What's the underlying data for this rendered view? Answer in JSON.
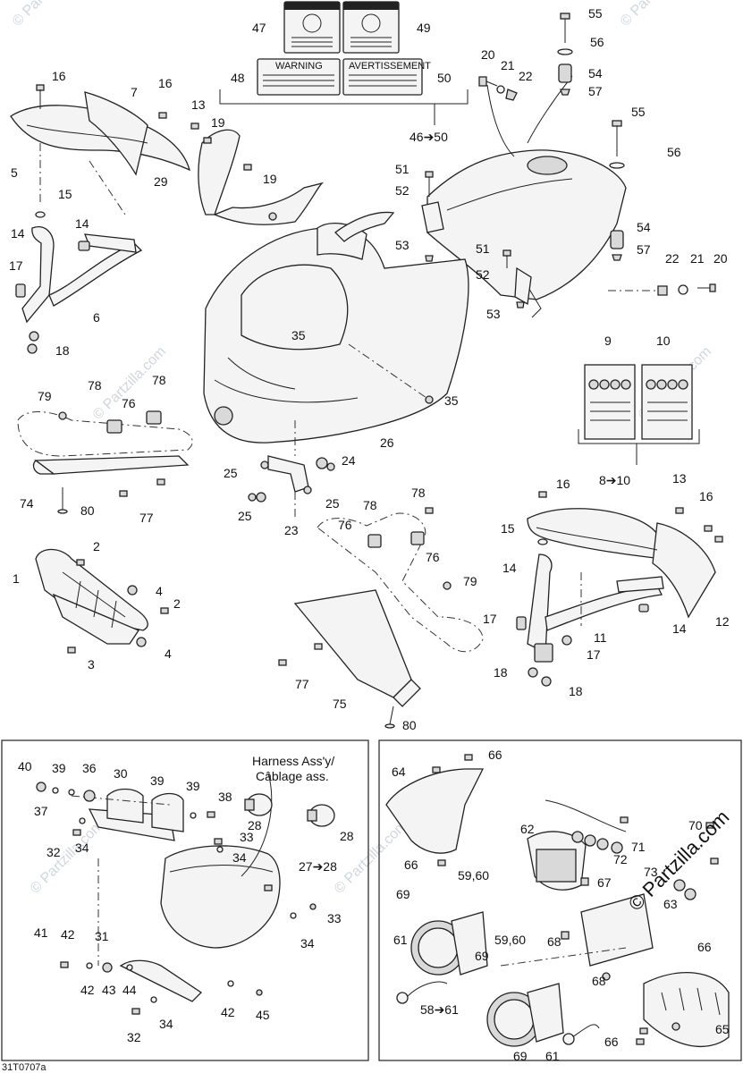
{
  "diagram": {
    "drawing_code": "31T0707a",
    "harness_note": [
      "Harness Ass'y/",
      "Câblage ass."
    ],
    "watermark": "© Partzilla.com",
    "logo": "© Partzilla.com",
    "decals": {
      "warning": "WARNING",
      "avertissement": "AVERTISSEMENT"
    },
    "callouts": [
      "47",
      "49",
      "48",
      "50",
      "46➔50",
      "55",
      "56",
      "54",
      "57",
      "20",
      "21",
      "22",
      "16",
      "7",
      "16",
      "13",
      "5",
      "19",
      "29",
      "19",
      "15",
      "14",
      "14",
      "17",
      "6",
      "18",
      "51",
      "52",
      "53",
      "51",
      "52",
      "53",
      "55",
      "56",
      "54",
      "57",
      "22",
      "21",
      "20",
      "35",
      "35",
      "26",
      "9",
      "10",
      "79",
      "78",
      "78",
      "76",
      "74",
      "80",
      "77",
      "25",
      "24",
      "25",
      "25",
      "23",
      "8➔10",
      "13",
      "16",
      "16",
      "15",
      "14",
      "12",
      "11",
      "14",
      "17",
      "17",
      "18",
      "18",
      "78",
      "78",
      "76",
      "76",
      "79",
      "77",
      "75",
      "80",
      "2",
      "1",
      "4",
      "2",
      "3",
      "4",
      "40",
      "39",
      "36",
      "30",
      "39",
      "39",
      "38",
      "37",
      "32",
      "34",
      "28",
      "33",
      "34",
      "28",
      "27➔28",
      "33",
      "34",
      "41",
      "42",
      "31",
      "42",
      "43",
      "44",
      "42",
      "45",
      "32",
      "34",
      "66",
      "64",
      "66",
      "62",
      "59,60",
      "69",
      "61",
      "59,60",
      "69",
      "58➔61",
      "69",
      "61",
      "67",
      "68",
      "68",
      "72",
      "71",
      "70",
      "73",
      "63",
      "66",
      "66",
      "65"
    ]
  }
}
